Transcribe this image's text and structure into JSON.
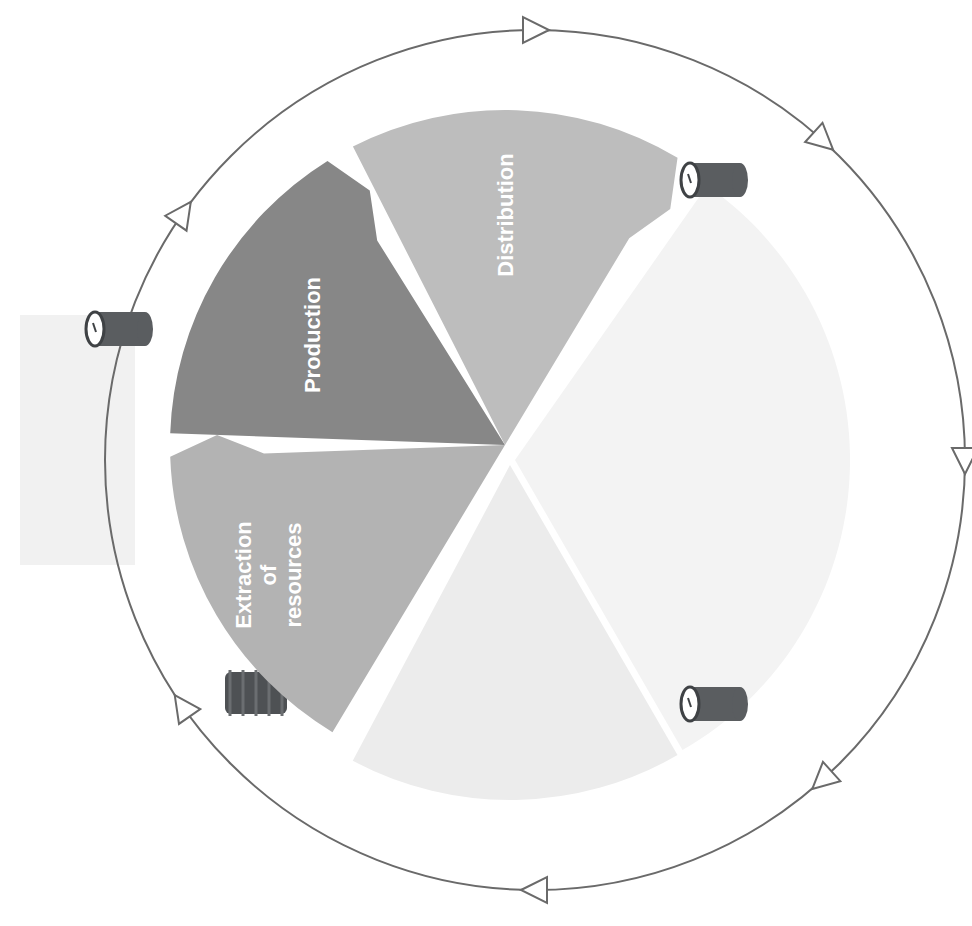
{
  "diagram": {
    "nodes": [
      {
        "text": [
          "Extraction of resources"
        ]
      },
      {
        "text": [
          "Production"
        ]
      },
      {
        "text": [
          "Distribution"
        ]
      }
    ]
  }
}
